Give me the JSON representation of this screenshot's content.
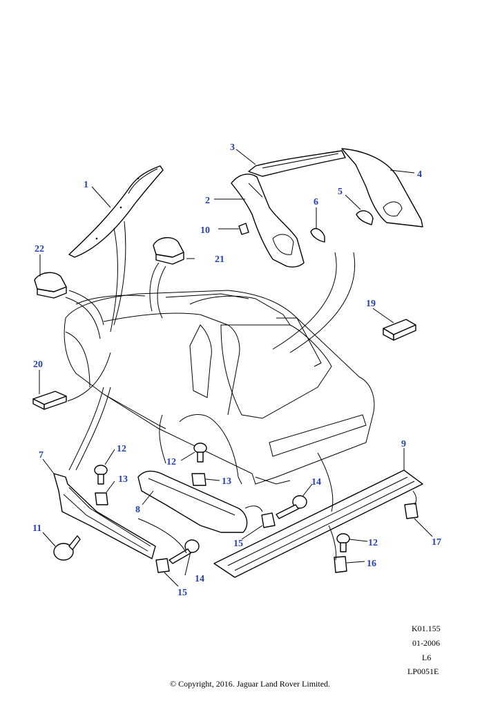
{
  "callouts": {
    "c1": "1",
    "c2": "2",
    "c3": "3",
    "c4": "4",
    "c5": "5",
    "c6": "6",
    "c7": "7",
    "c8": "8",
    "c9": "9",
    "c10": "10",
    "c11": "11",
    "c12a": "12",
    "c12b": "12",
    "c12c": "12",
    "c13a": "13",
    "c13b": "13",
    "c14a": "14",
    "c14b": "14",
    "c15a": "15",
    "c15b": "15",
    "c16": "16",
    "c17": "17",
    "c19": "19",
    "c20": "20",
    "c21": "21",
    "c22": "22"
  },
  "meta": {
    "ref": "K01.155",
    "date": "01-2006",
    "code": "L6",
    "illustration": "LP0051E"
  },
  "copyright": "© Copyright, 2016. Jaguar Land Rover Limited.",
  "colors": {
    "callout": "#1f3fc4",
    "line": "#000000"
  }
}
